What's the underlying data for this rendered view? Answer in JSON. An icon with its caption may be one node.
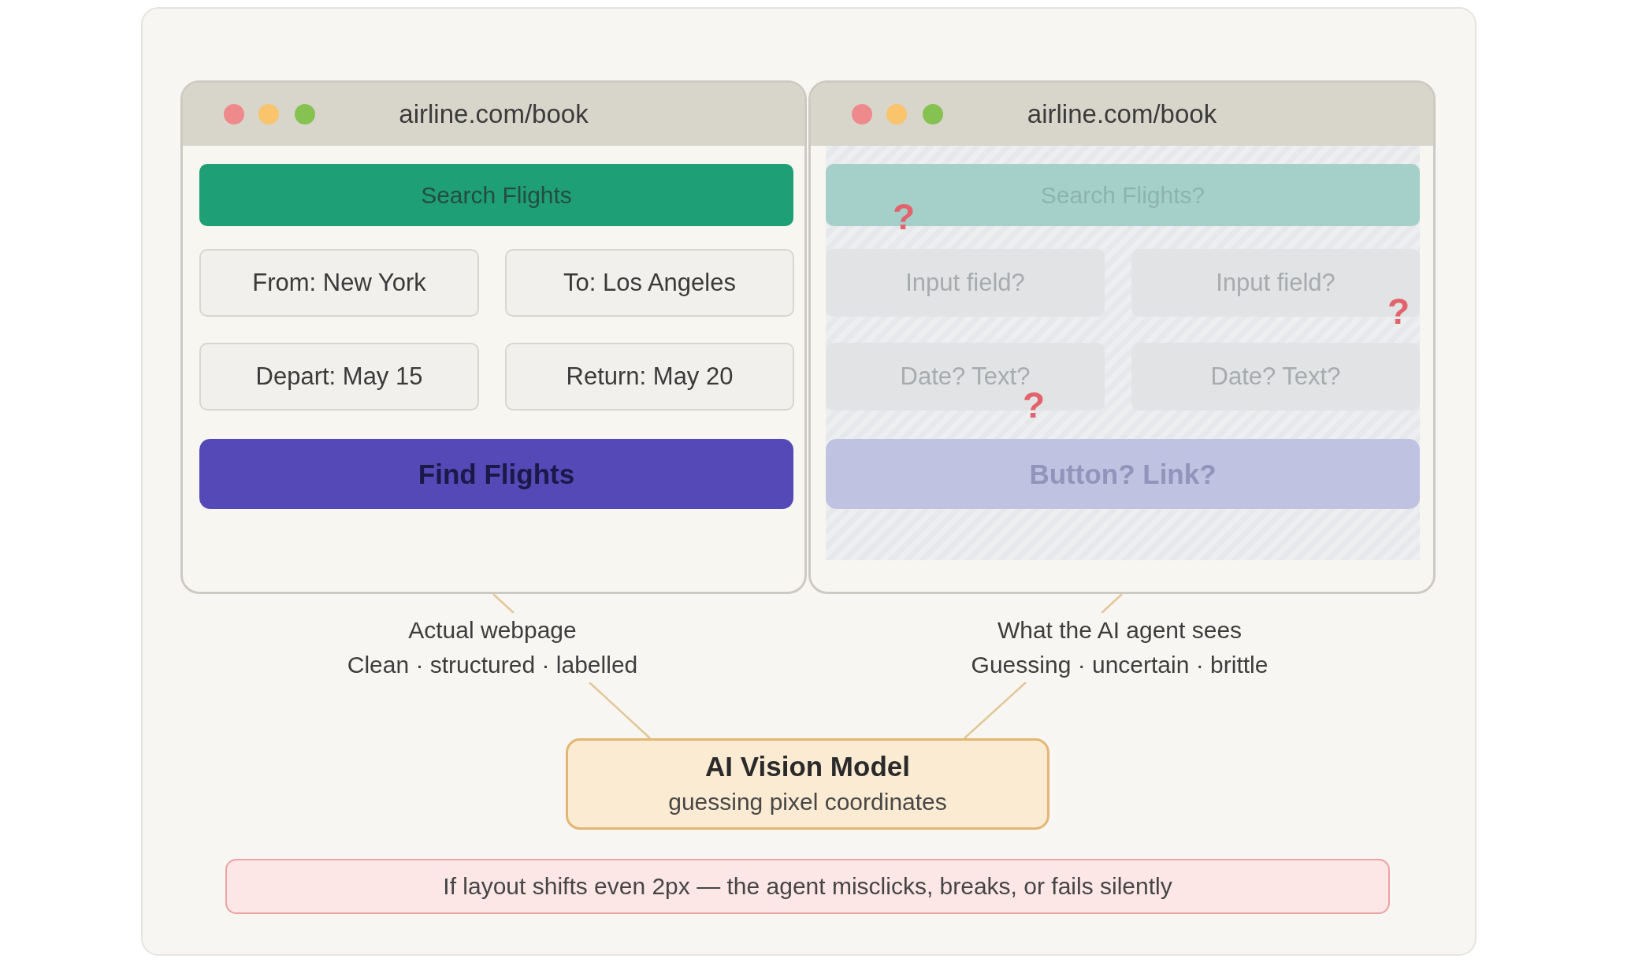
{
  "diagram": {
    "nodes": [
      {
        "text": [
          "airline.com/book"
        ]
      },
      {
        "text": [
          "Search Flights"
        ],
        "in": 0
      },
      {
        "text": [
          "From: New York"
        ],
        "in": 0
      },
      {
        "text": [
          "To: Los Angeles"
        ],
        "in": 0
      },
      {
        "text": [
          "Depart: May 15"
        ],
        "in": 0
      },
      {
        "text": [
          "Return: May 20"
        ],
        "in": 0
      },
      {
        "text": [
          "Find Flights"
        ],
        "in": 0
      },
      {
        "text": [
          "airline.com/book"
        ]
      },
      {
        "text": [
          "Search Flights?"
        ],
        "in": 7
      },
      {
        "text": [
          "Input field?"
        ],
        "in": 7
      },
      {
        "text": [
          "Input field?"
        ],
        "in": 7
      },
      {
        "text": [
          "Date? Text?"
        ],
        "in": 7
      },
      {
        "text": [
          "Date? Text?"
        ],
        "in": 7
      },
      {
        "text": [
          "Button? Link?"
        ],
        "in": 7
      },
      {
        "text": [
          "Actual webpage",
          "Clean · structured · labelled"
        ]
      },
      {
        "text": [
          "What the AI agent sees",
          "Guessing · uncertain · brittle"
        ]
      },
      {
        "text": [
          "AI Vision Model",
          "guessing pixel coordinates"
        ]
      },
      {
        "text": [
          "If layout shifts even 2px — the agent misclicks, breaks, or fails silently"
        ]
      }
    ],
    "edges": [
      {
        "from": 0,
        "to": 14,
        "arrow": "none"
      },
      {
        "from": 14,
        "to": 16,
        "arrow": "none"
      },
      {
        "from": 7,
        "to": 15,
        "arrow": "none"
      },
      {
        "from": 15,
        "to": 16,
        "arrow": "none"
      }
    ],
    "labels": [
      "?",
      "?",
      "?"
    ]
  }
}
